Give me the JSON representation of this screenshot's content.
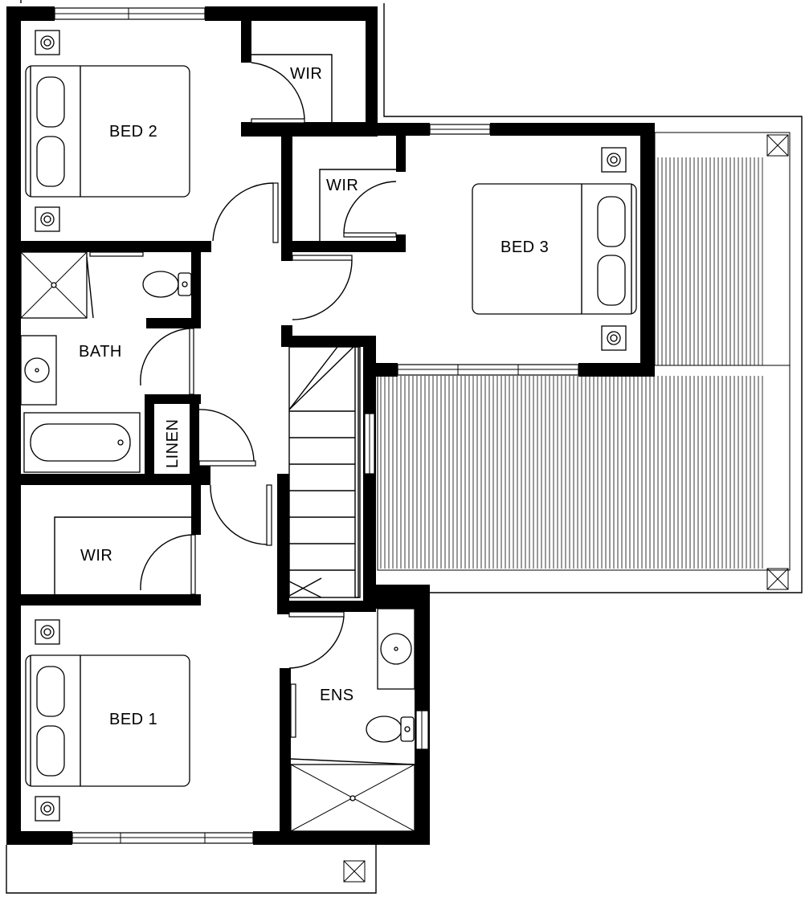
{
  "rooms": {
    "bed2": "BED 2",
    "wir_bed2": "WIR",
    "bed3": "BED 3",
    "wir_bed3": "WIR",
    "bath": "BATH",
    "linen": "LINEN",
    "wir_bed1": "WIR",
    "bed1": "BED 1",
    "ens": "ENS"
  },
  "colors": {
    "wall": "#000000",
    "background": "#ffffff"
  }
}
